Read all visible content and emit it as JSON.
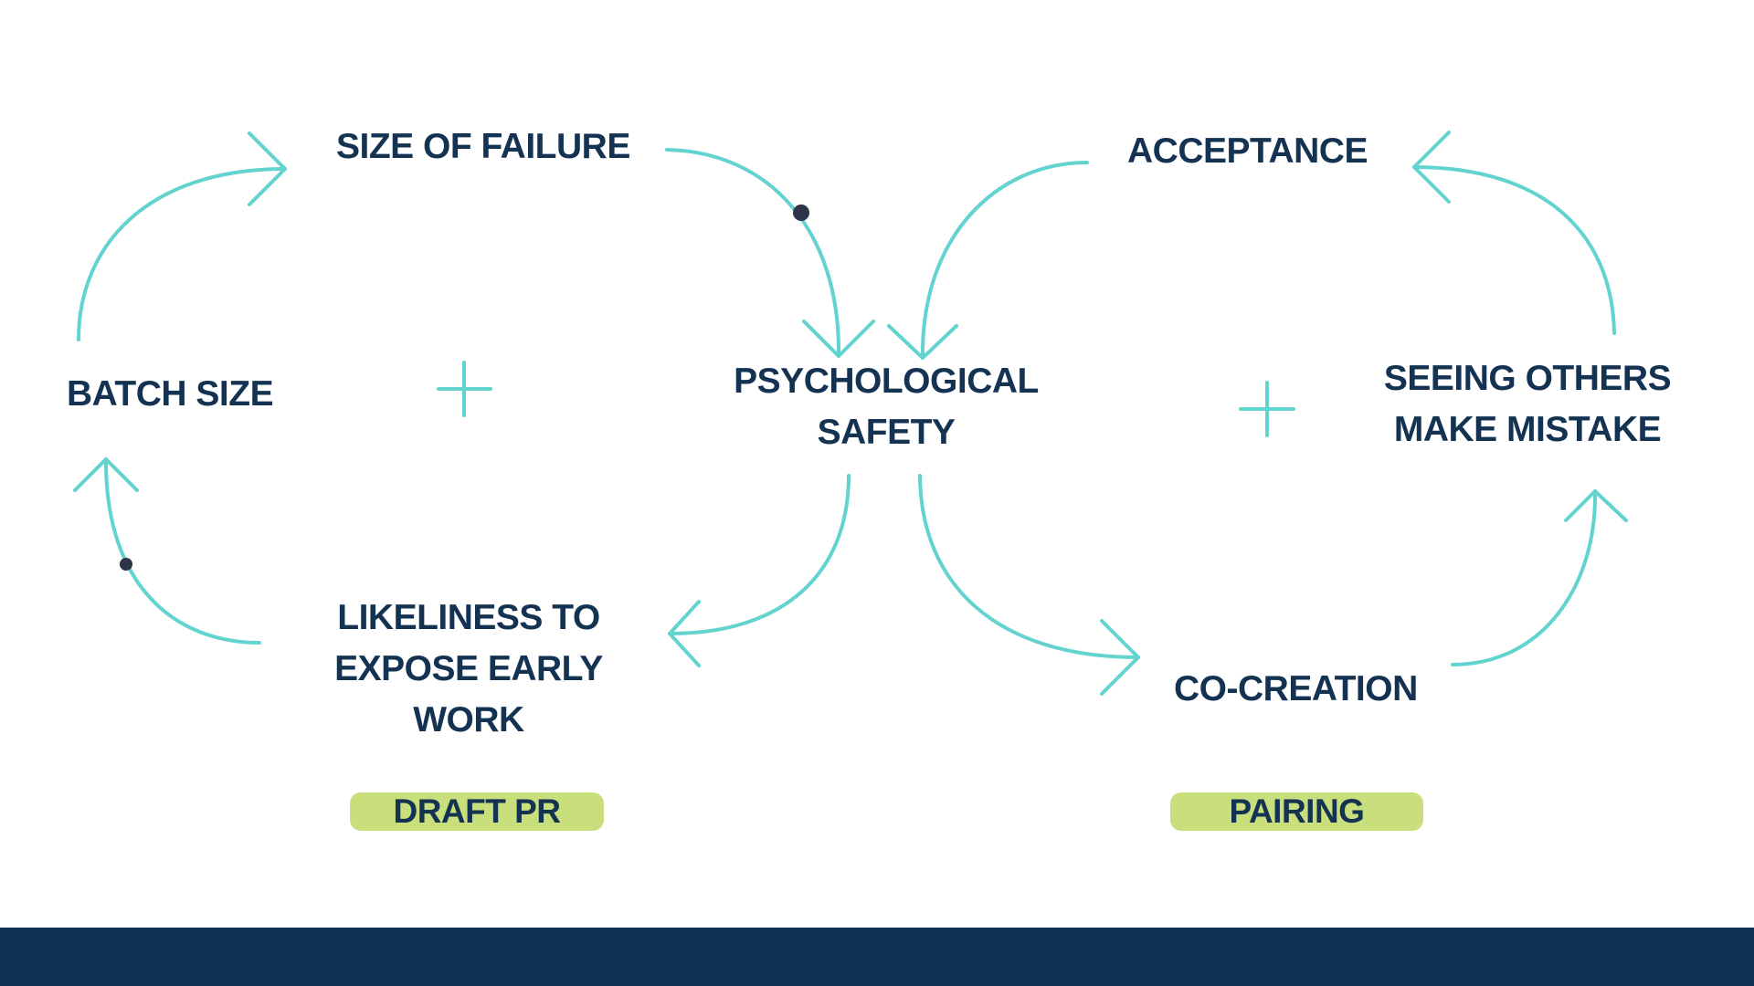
{
  "colors": {
    "arrow": "#63d3cf",
    "text": "#143252",
    "tag_bg": "#c8df7c",
    "dot": "#2e3548",
    "footer": "#0f3050"
  },
  "nodes": {
    "size_of_failure": "SIZE OF FAILURE",
    "acceptance": "ACCEPTANCE",
    "batch_size": "BATCH SIZE",
    "psych_safety_line1": "PSYCHOLOGICAL",
    "psych_safety_line2": "SAFETY",
    "seeing_others_line1": "SEEING OTHERS",
    "seeing_others_line2": "MAKE MISTAKE",
    "likeliness_line1": "LIKELINESS TO",
    "likeliness_line2": "EXPOSE EARLY",
    "likeliness_line3": "WORK",
    "co_creation": "CO-CREATION"
  },
  "tags": {
    "draft_pr": "DRAFT PR",
    "pairing": "PAIRING"
  },
  "loops": {
    "left_polarity": "+",
    "right_polarity": "+"
  },
  "icons": {
    "arrow": "arrow-icon",
    "plus": "plus-icon",
    "dot": "dot-icon"
  }
}
